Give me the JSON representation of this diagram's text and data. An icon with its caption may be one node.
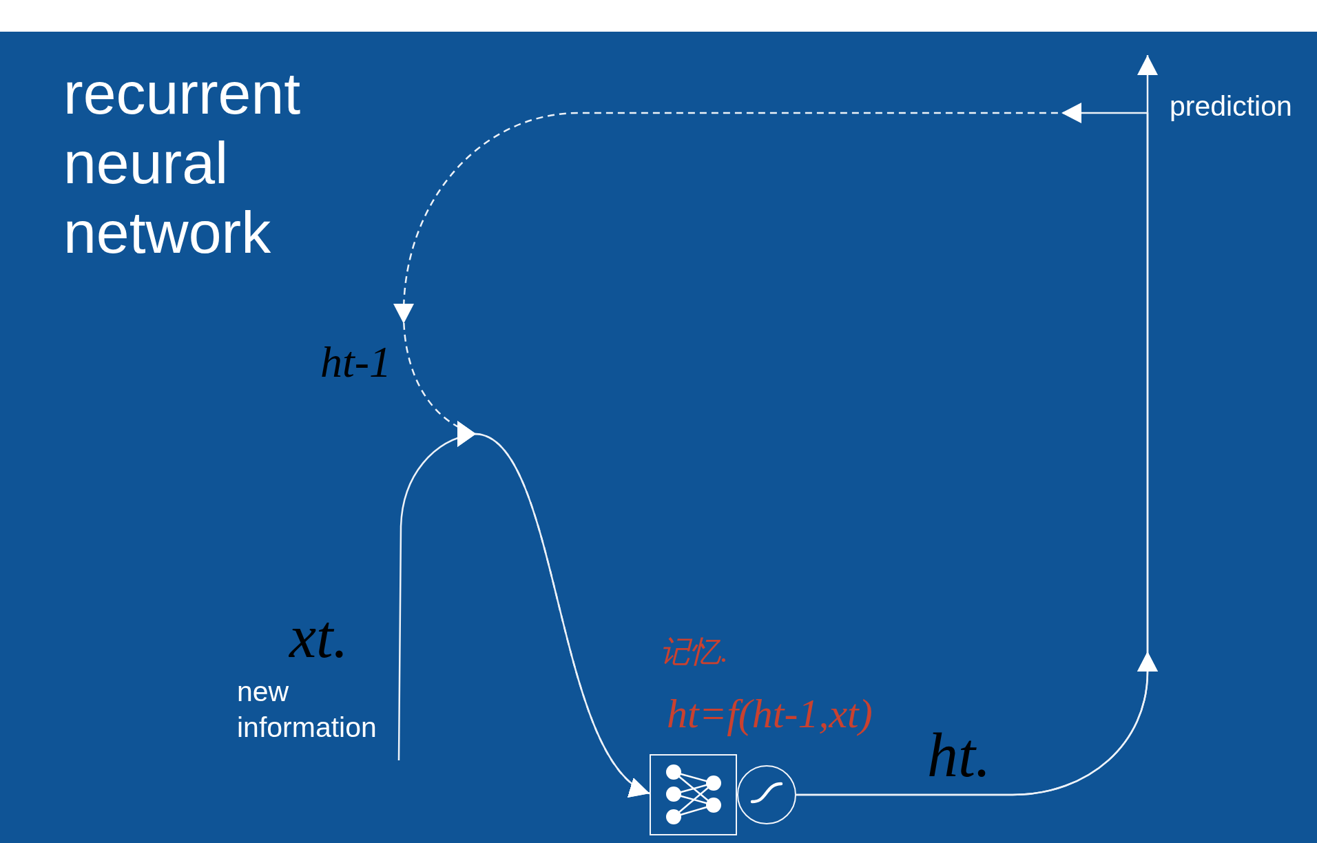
{
  "diagram": {
    "title": "recurrent neural network",
    "nodes": [
      {
        "text": [
          "new information"
        ],
        "beside": [
          "xt."
        ]
      },
      {
        "text": [],
        "shape": "box",
        "beside": [
          "记忆.",
          "ht=f(ht-1,xt)"
        ]
      },
      {
        "text": [],
        "shape": "circle"
      }
    ],
    "edges": [
      {
        "from": 0,
        "to": 1,
        "arrow": "to"
      },
      {
        "from": 2,
        "to": null,
        "arrow": "to",
        "label": "prediction"
      },
      {
        "from": 2,
        "to": 1,
        "arrow": "to",
        "style": "dashed",
        "label": "ht-1"
      }
    ],
    "labels": [
      "ht."
    ]
  }
}
